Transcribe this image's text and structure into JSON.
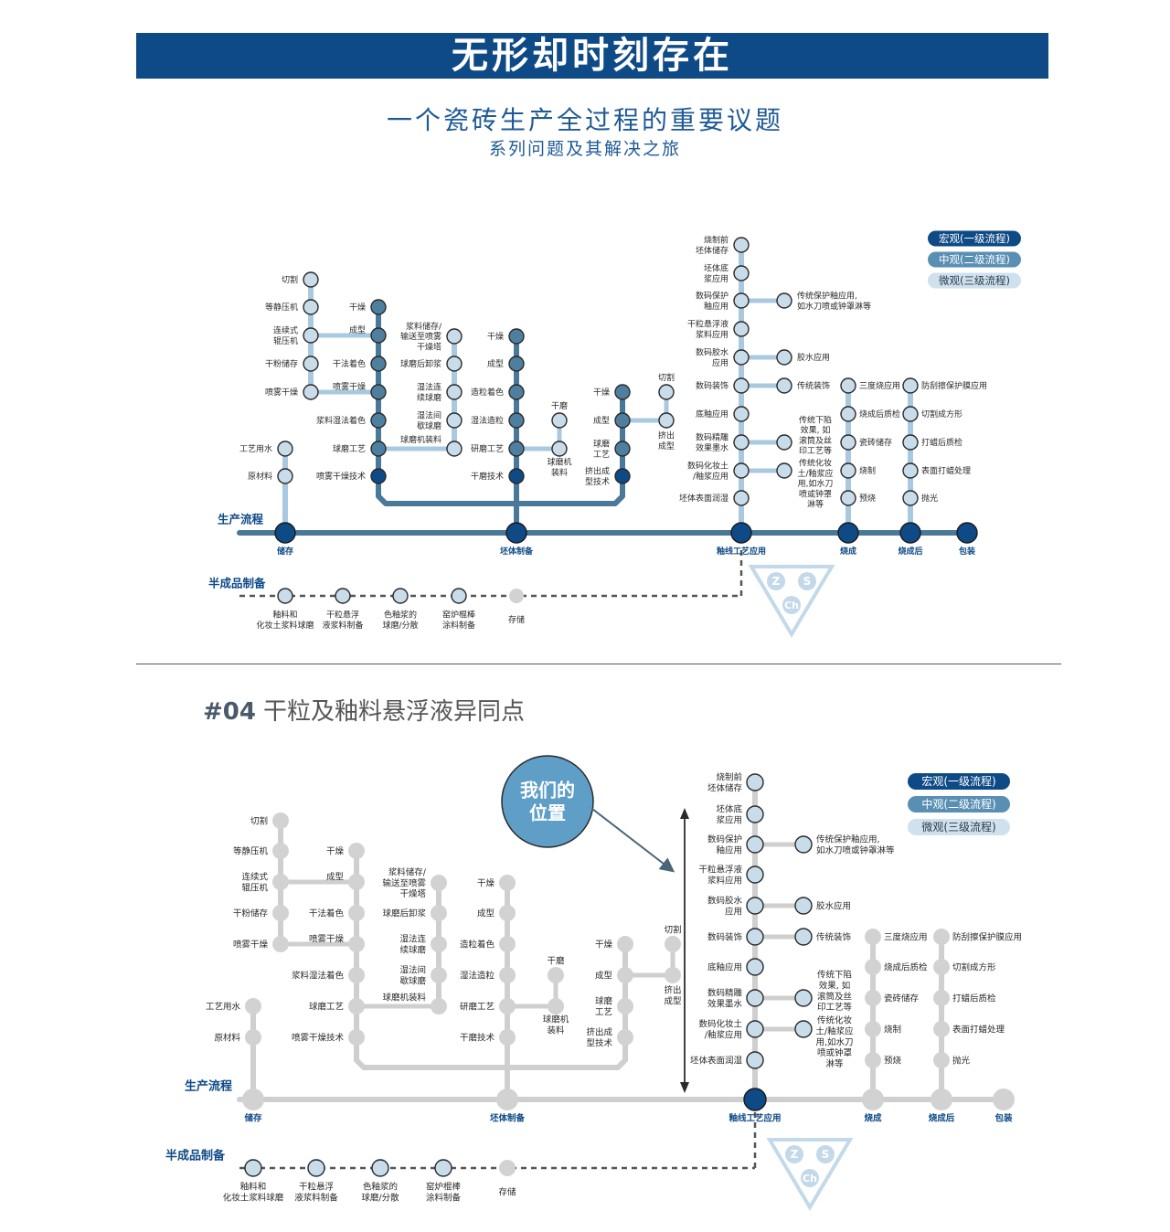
{
  "header": {
    "banner": "无形却时刻存在",
    "subtitle": "一个瓷砖生产全过程的重要议题",
    "tagline": "系列问题及其解决之旅"
  },
  "section": {
    "number": "#04",
    "title": "干粒及釉料悬浮液异同点"
  },
  "position_bubble": [
    "我们的",
    "位置"
  ],
  "legend": [
    {
      "label": "宏观(一级流程)",
      "bg": "#0e4a86",
      "fg": "#ffffff"
    },
    {
      "label": "中观(二级流程)",
      "bg": "#5a8fb4",
      "fg": "#ffffff"
    },
    {
      "label": "微观(三级流程)",
      "bg": "#cfe0ee",
      "fg": "#2a3a4a"
    }
  ],
  "colors": {
    "macro": "#0e4a86",
    "meso": "#4f7f9f",
    "micro": "#c8dcea",
    "line_main": "#4a7898",
    "line_branch": "#a9c9e0",
    "grey": "#d2d2d2",
    "grey_line": "#cfcfcf"
  },
  "main_line": {
    "label": "生产流程",
    "stations": [
      "储存",
      "坯体制备",
      "釉线工艺应用",
      "烧成",
      "烧成后",
      "包装"
    ]
  },
  "semi_line": {
    "label": "半成品制备",
    "stations": [
      [
        "釉料和",
        "化妆土浆料球磨"
      ],
      [
        "干粒悬浮",
        "液浆料制备"
      ],
      [
        "色釉浆的",
        "球磨/分散"
      ],
      [
        "窑炉棍棒",
        "涂料制备"
      ],
      [
        "存储"
      ]
    ]
  },
  "storage_branch": [
    "工艺用水",
    "原材料"
  ],
  "col_a": [
    "切割",
    "等静压机",
    [
      "连续式",
      "辊压机"
    ],
    "干粉储存",
    "喷雾干燥"
  ],
  "col_b": [
    "干燥",
    "成型",
    "干法着色",
    "喷雾干燥",
    "浆料湿法着色",
    "球磨工艺",
    "喷雾干燥技术"
  ],
  "col_c": [
    [
      "浆料储存/",
      "输送至喷雾",
      "干燥塔"
    ],
    "球磨后卸浆",
    [
      "湿法连",
      "续球磨"
    ],
    [
      "湿法间",
      "歇球磨"
    ],
    "球磨机装料"
  ],
  "col_d": [
    "干燥",
    "成型",
    "造粒着色",
    "湿法造粒",
    "研磨工艺",
    "干磨技术"
  ],
  "col_e": [
    "干磨",
    [
      "球磨机",
      "装料"
    ]
  ],
  "col_f": [
    "干燥",
    "成型",
    [
      "球磨",
      "工艺"
    ],
    [
      "挤出成",
      "型技术"
    ]
  ],
  "col_g": [
    "切割",
    [
      "挤出",
      "成型"
    ]
  ],
  "glaze_col": [
    [
      "烧制前",
      "坯体储存"
    ],
    [
      "坯体底",
      "浆应用"
    ],
    [
      "数码保护",
      "釉应用"
    ],
    [
      "干粒悬浮液",
      "浆料应用"
    ],
    [
      "数码胶水",
      "应用"
    ],
    "数码装饰",
    "底釉应用",
    [
      "数码精雕",
      "效果墨水"
    ],
    [
      "数码化妆土",
      "/釉浆应用"
    ],
    "坯体表面润湿"
  ],
  "glaze_side": [
    [
      "传统保护釉应用,",
      "如水刀喷或钟罩淋等"
    ],
    "胶水应用",
    "传统装饰",
    [
      "传统下陷",
      "效果, 如",
      "滚筒及丝",
      "印工艺等"
    ],
    [
      "传统化妆",
      "土/釉浆应",
      "用,如水刀",
      "喷或钟罩",
      "淋等"
    ]
  ],
  "fire_col": [
    "三度烧应用",
    "烧成后质检",
    "瓷砖储存",
    "烧制",
    "预烧"
  ],
  "after_col": [
    "防刮擦保护膜应用",
    "切割成方形",
    "打蜡后质检",
    "表面打蜡处理",
    "抛光"
  ],
  "logo": [
    "Z",
    "S",
    "Ch"
  ]
}
